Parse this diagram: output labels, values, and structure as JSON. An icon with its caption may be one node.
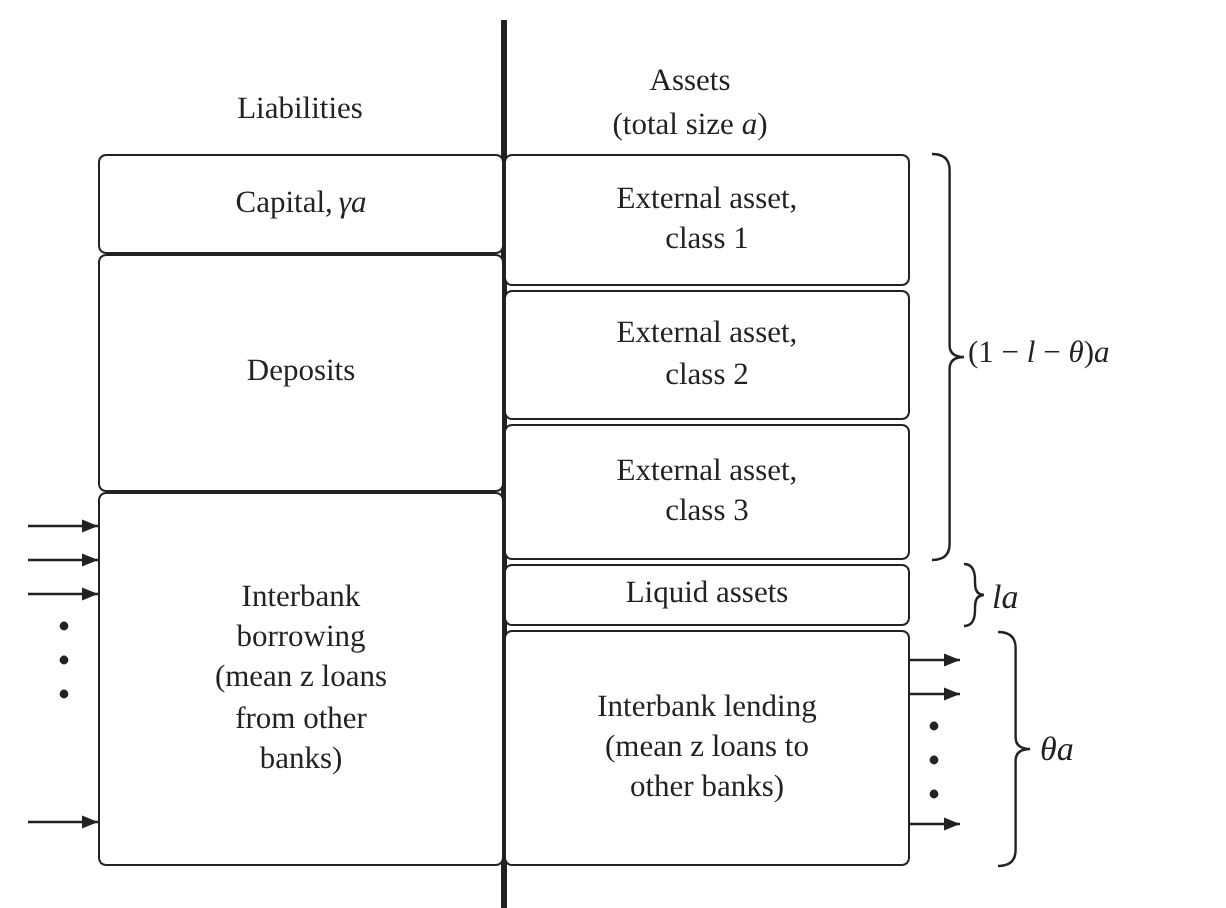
{
  "diagram": {
    "nodes": [
      {
        "text": [
          "Capital, *γa*"
        ]
      },
      {
        "text": [
          "Deposits"
        ]
      },
      {
        "text": [
          "Interbank borrowing (mean z loans from other banks)"
        ]
      },
      {
        "text": [
          "External asset, class 1"
        ]
      },
      {
        "text": [
          "External asset, class 2"
        ]
      },
      {
        "text": [
          "External asset, class 3"
        ]
      },
      {
        "text": [
          "Liquid assets"
        ]
      },
      {
        "text": [
          "Interbank lending (mean z loans to other banks)"
        ]
      }
    ],
    "edges": [
      {
        "from": null,
        "to": 2,
        "arrow": "to"
      },
      {
        "from": null,
        "to": 2,
        "arrow": "to"
      },
      {
        "from": null,
        "to": 2,
        "arrow": "to"
      },
      {
        "from": null,
        "to": 2,
        "arrow": "to"
      },
      {
        "from": 7,
        "to": null,
        "arrow": "to"
      },
      {
        "from": 7,
        "to": null,
        "arrow": "to"
      },
      {
        "from": 7,
        "to": null,
        "arrow": "to"
      }
    ],
    "labels": [
      "Liabilities",
      "Assets (total size *a*)",
      "(1 − *l* − *θ*)*a*",
      "*la*",
      "*θa*"
    ]
  }
}
